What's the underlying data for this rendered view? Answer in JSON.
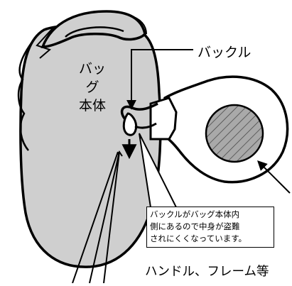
{
  "labels": {
    "buckle": "バックル",
    "bag_body_line1": "バッグ",
    "bag_body_line2": "本体",
    "note_lines": [
      "バックルがバッグ本体内",
      "側にあるので中身が盗難",
      "されにくくなっています。"
    ],
    "handle_frame": "ハンドル、フレーム等"
  },
  "colors": {
    "bag_fill": "#cfcfcf",
    "outline": "#000000",
    "background": "#ffffff",
    "disc_fill": "#a9a9a9"
  },
  "icons": [
    "hatched-disc-icon",
    "down-arrow-icon",
    "pointer-arrow-icon"
  ]
}
